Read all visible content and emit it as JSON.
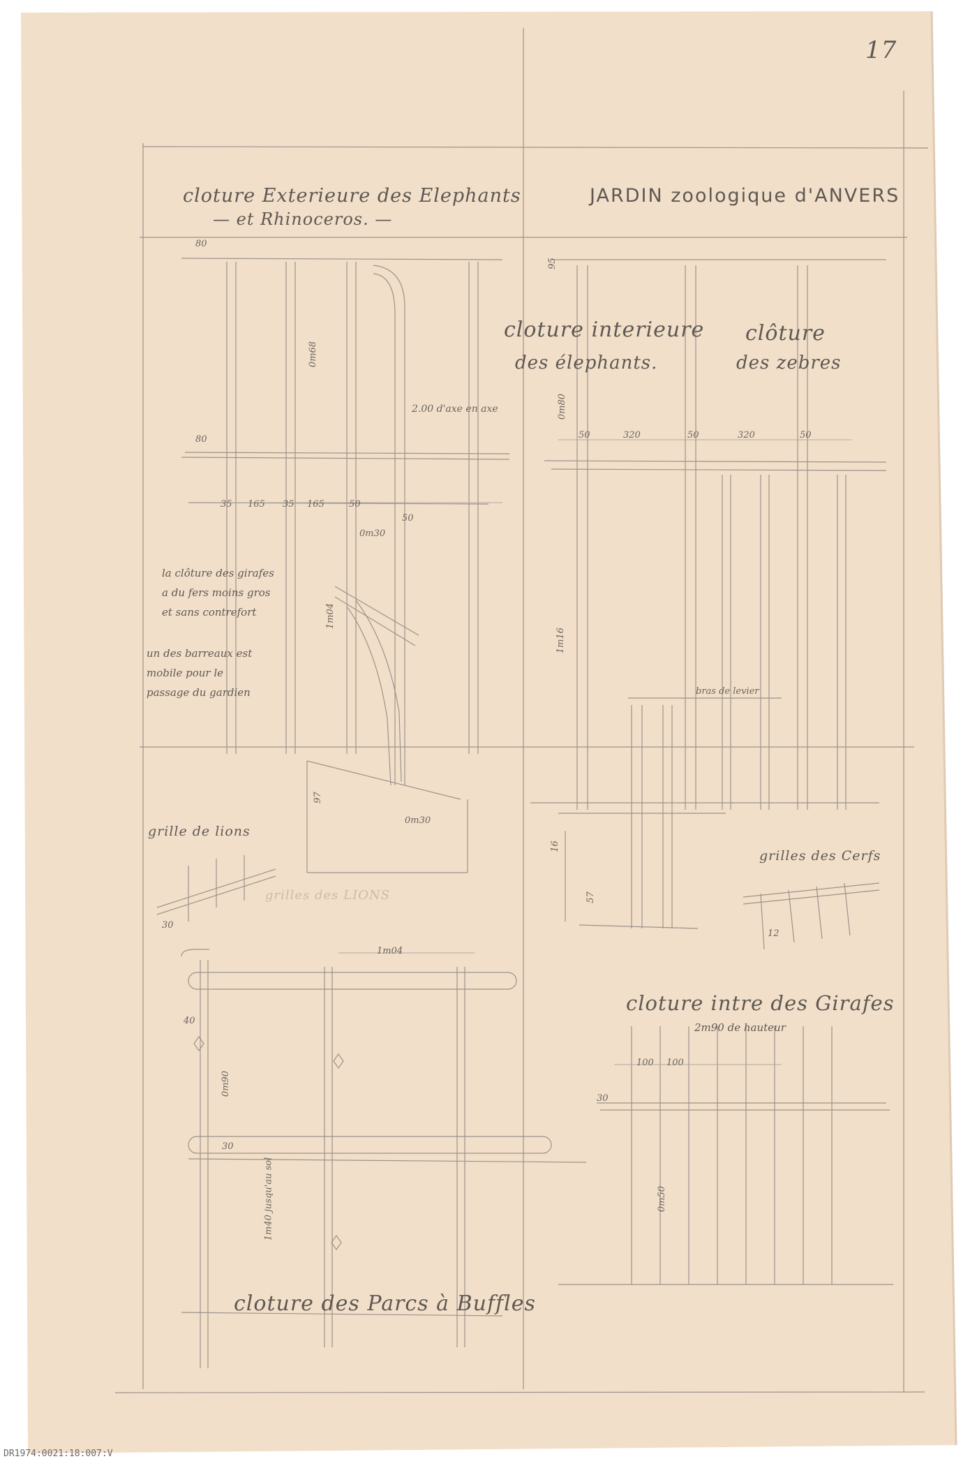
{
  "sheet": {
    "page_number": "17",
    "paper_color": "#f2dfc9",
    "ink_color": "#7d7670",
    "accession_number": "DR1974:0021:18:007:V"
  },
  "titles": {
    "elephants_rhino_line1": "cloture Exterieure des Elephants",
    "elephants_rhino_line2": "— et Rhinoceros. —",
    "zoo": "JARDIN zoologique d'ANVERS",
    "interior_elephants_line1": "cloture interieure",
    "interior_elephants_line2": "des élephants.",
    "zebras_line1": "clôture",
    "zebras_line2": "des zebres",
    "lions_grille": "grille de lions",
    "lions_grille_faint": "grilles des LIONS",
    "deer_grille": "grilles des Cerfs",
    "giraffe_interior": "cloture intre des Girafes",
    "giraffe_height": "2m90 de hauteur",
    "buffalo": "cloture des Parcs à Buffles"
  },
  "notes": {
    "giraffe_note_1": "la clôture des girafes",
    "giraffe_note_2": "a du fers moins gros",
    "giraffe_note_3": "et sans contrefort",
    "barrier_note_1": "un des barreaux est",
    "barrier_note_2": "mobile pour le",
    "barrier_note_3": "passage du gardien",
    "axis_note": "2.00 d'axe en axe",
    "handrail_note": "bras de levier"
  },
  "dimensions": {
    "d_80a": "80",
    "d_80b": "80",
    "d_068": "0m68",
    "d_165a": "165",
    "d_165b": "165",
    "d_35a": "35",
    "d_35b": "35",
    "d_50a": "50",
    "d_50b": "50",
    "d_030a": "0m30",
    "d_030b": "0m30",
    "d_104": "1m04",
    "d_95": "95",
    "d_080": "0m80",
    "d_320a": "320",
    "d_320b": "320",
    "d_50c": "50",
    "d_50d": "50",
    "d_50e": "50",
    "d_16": "1m16",
    "d_97": "97",
    "d_16b": "16",
    "d_57": "57",
    "d_110": "1m04",
    "d_40": "40",
    "d_090": "0m90",
    "d_140": "1m40 jusqu'au sol",
    "d_30": "30",
    "d_100a": "100",
    "d_100b": "100",
    "d_050": "0m50",
    "d_30b": "30",
    "d_12": "12",
    "d_30c": "30"
  }
}
